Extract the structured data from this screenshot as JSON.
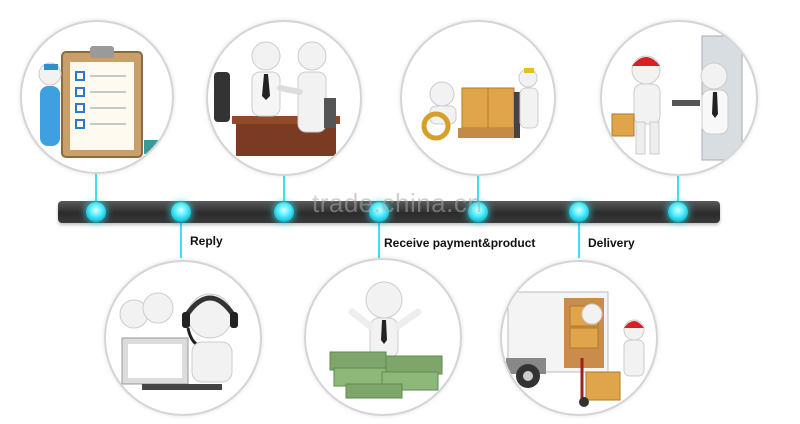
{
  "steps": [
    {
      "id": "order",
      "label": ""
    },
    {
      "id": "reply",
      "label": "Reply"
    },
    {
      "id": "contract",
      "label": ""
    },
    {
      "id": "receive",
      "label": "Receive payment&product"
    },
    {
      "id": "packing",
      "label": ""
    },
    {
      "id": "delivery",
      "label": "Delivery"
    },
    {
      "id": "sign",
      "label": ""
    }
  ],
  "watermark": "trade.china.cn",
  "colors": {
    "node": "#1fd8ea",
    "bar": "#333333",
    "circle_border": "#d5d5d5",
    "figure": "#f2f2f2",
    "box": "#e0a54a",
    "cap": "#d82020",
    "money": "#7ea56a"
  },
  "icons": {
    "order": "clipboard-checklist-icon",
    "contract": "handshake-office-icon",
    "packing": "pallet-inspection-icon",
    "sign": "signature-delivery-icon",
    "reply": "customer-service-headset-icon",
    "receive": "money-stack-icon",
    "delivery": "delivery-truck-icon"
  }
}
